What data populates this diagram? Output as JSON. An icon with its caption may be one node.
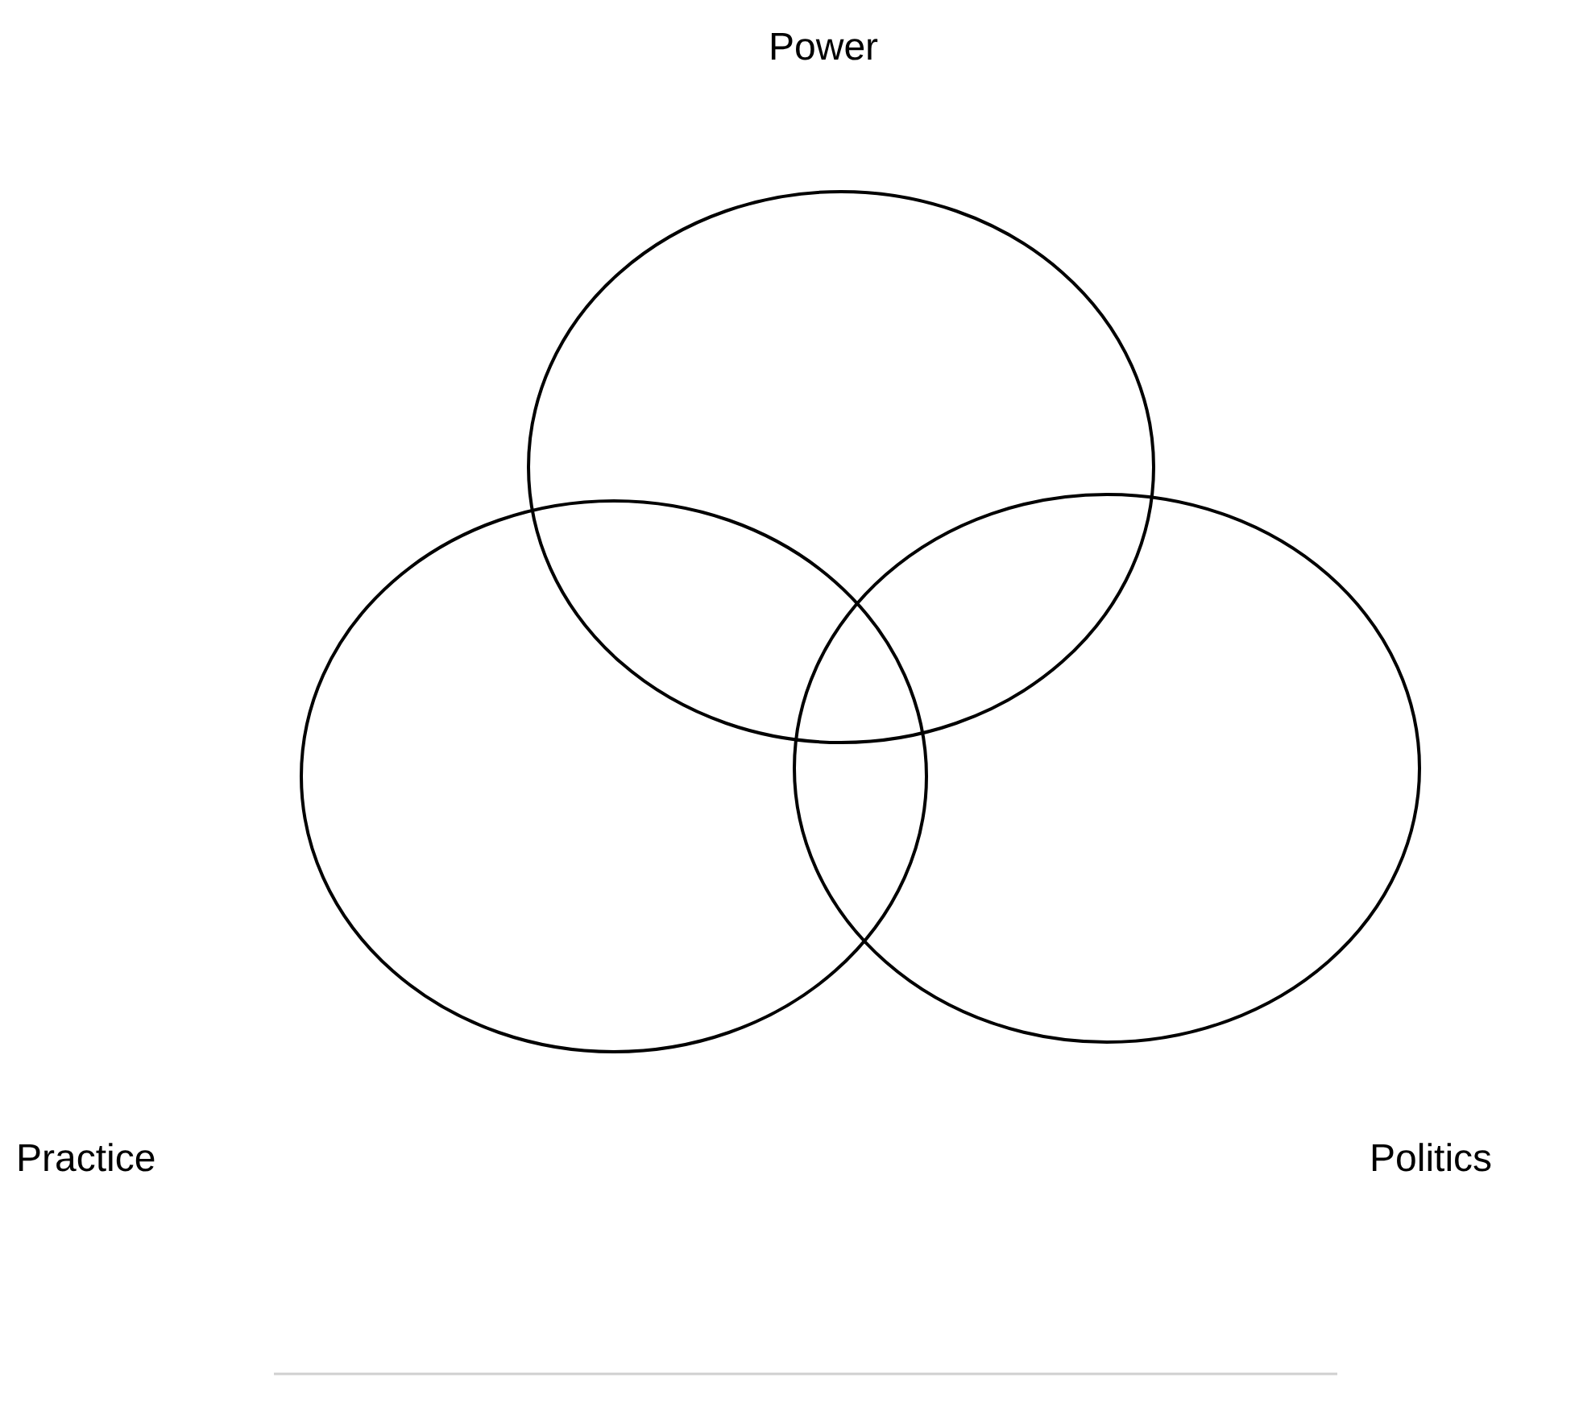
{
  "diagram": {
    "labels": [
      "Power",
      "Practice",
      "Politics"
    ]
  }
}
